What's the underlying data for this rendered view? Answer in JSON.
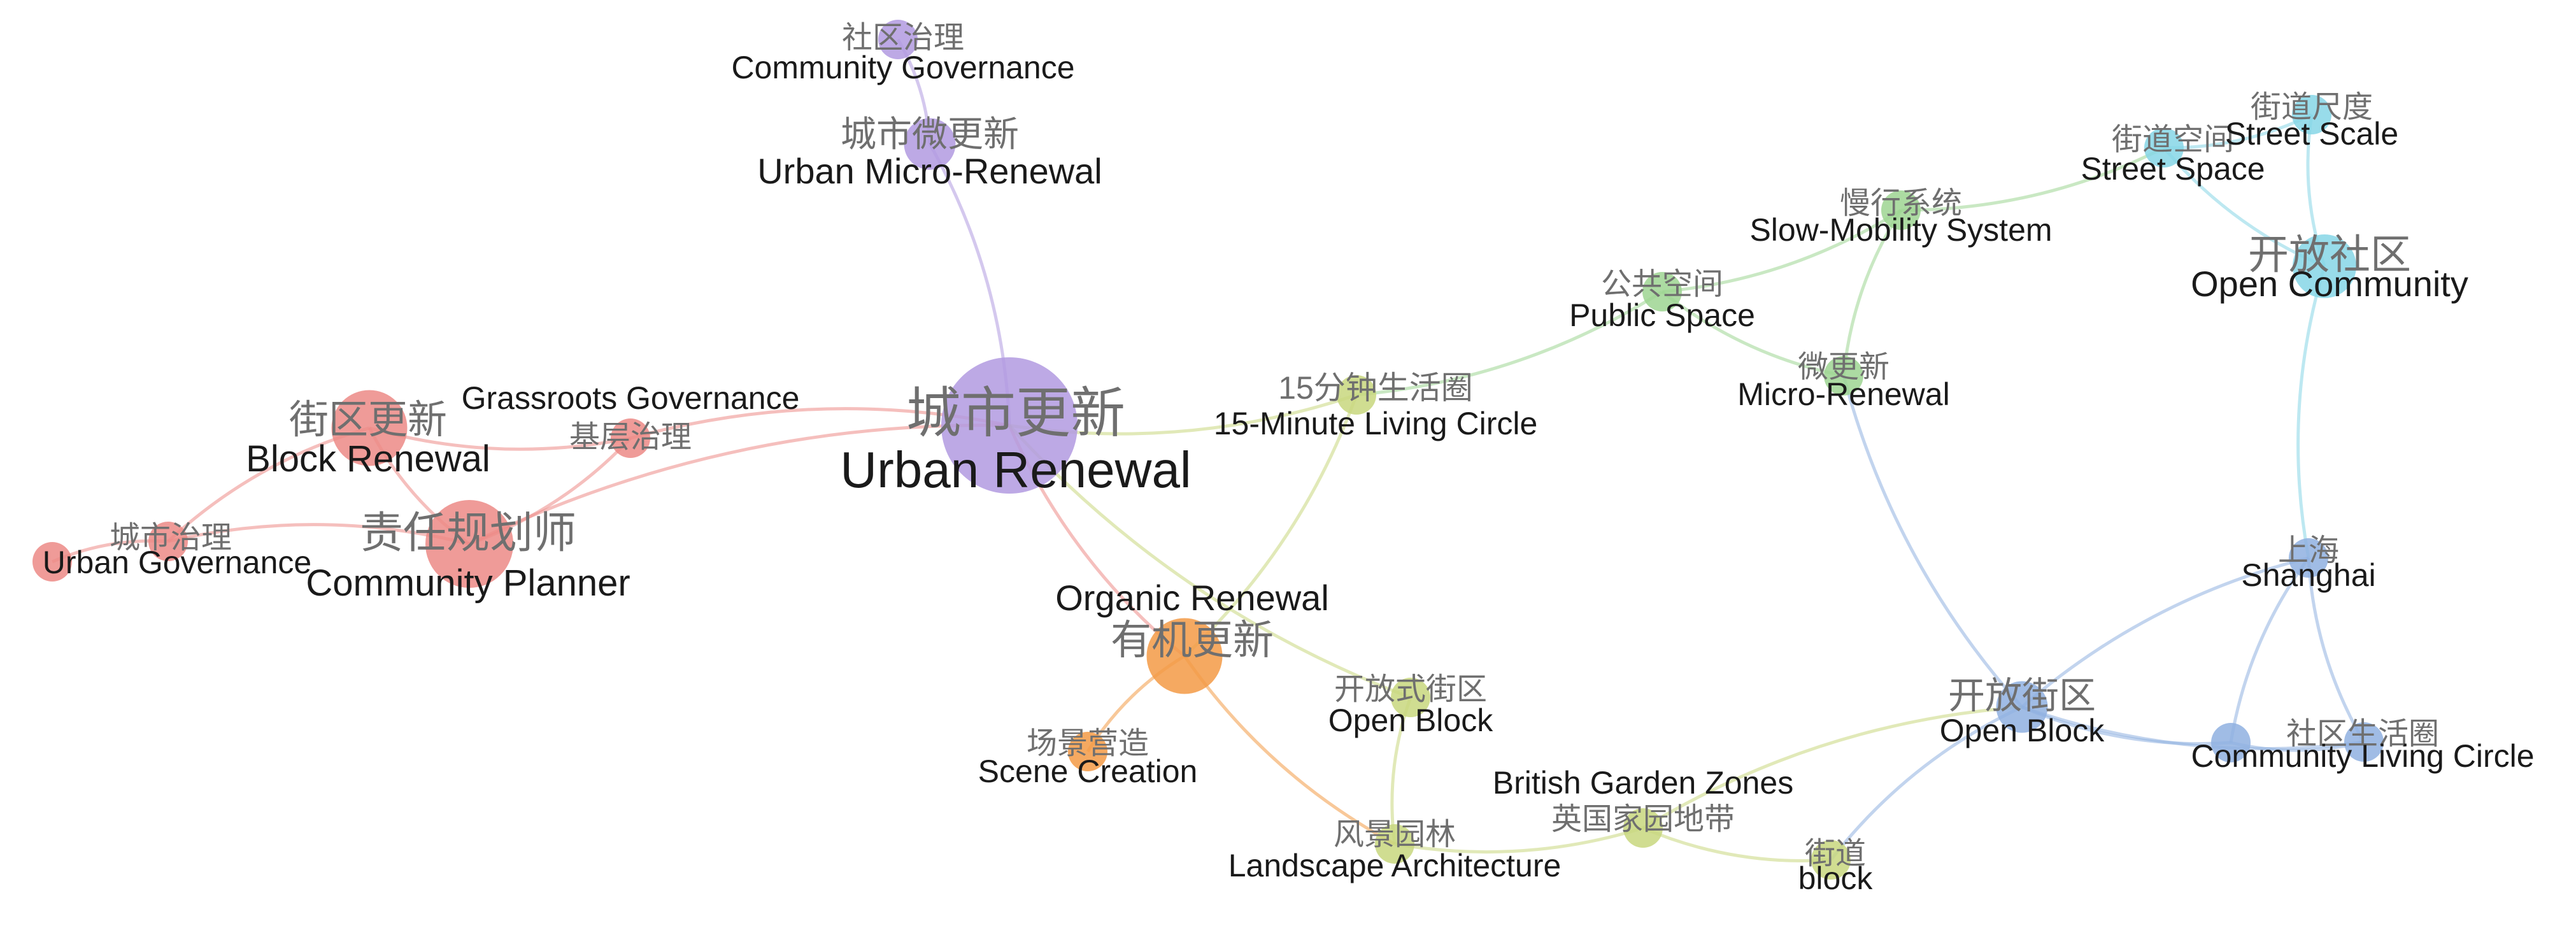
{
  "diagram": {
    "type": "keyword-co-occurrence-network",
    "colors": {
      "purple": "#b19ae0",
      "red": "#ec8a86",
      "orange": "#f39a45",
      "olive": "#c8d77e",
      "green": "#9dd592",
      "cyan": "#86d6e6",
      "blue": "#8fb0e0"
    },
    "nodes": [
      {
        "id": "urban-renewal",
        "cn": "城市更新",
        "en": "Urban Renewal",
        "group": "purple",
        "weight": 10
      },
      {
        "id": "urban-micro-renewal",
        "cn": "城市微更新",
        "en": "Urban Micro-Renewal",
        "group": "purple",
        "weight": 3
      },
      {
        "id": "community-governance",
        "cn": "社区治理",
        "en": "Community Governance",
        "group": "purple",
        "weight": 2
      },
      {
        "id": "block-renewal",
        "cn": "街区更新",
        "en": "Block Renewal",
        "group": "red",
        "weight": 5
      },
      {
        "id": "community-planner",
        "cn": "责任规划师",
        "en": "Community Planner",
        "group": "red",
        "weight": 6
      },
      {
        "id": "grassroots-governance",
        "cn": "基层治理",
        "en": "Grassroots Governance",
        "group": "red",
        "weight": 2
      },
      {
        "id": "urban-governance-cn",
        "cn": "城市治理",
        "en": "",
        "group": "red",
        "weight": 2
      },
      {
        "id": "urban-governance",
        "cn": "",
        "en": "Urban Governance",
        "group": "red",
        "weight": 2
      },
      {
        "id": "organic-renewal",
        "cn": "有机更新",
        "en": "Organic Renewal",
        "group": "orange",
        "weight": 5
      },
      {
        "id": "scene-creation",
        "cn": "场景营造",
        "en": "Scene Creation",
        "group": "orange",
        "weight": 2
      },
      {
        "id": "fifteen-minute",
        "cn": "15分钟生活圈",
        "en": "15-Minute Living Circle",
        "group": "olive",
        "weight": 2
      },
      {
        "id": "open-block-olive",
        "cn": "开放式街区",
        "en": "Open Block",
        "group": "olive",
        "weight": 2
      },
      {
        "id": "landscape",
        "cn": "风景园林",
        "en": "Landscape Architecture",
        "group": "olive",
        "weight": 2
      },
      {
        "id": "british-garden",
        "cn": "英国家园地带",
        "en": "British Garden Zones",
        "group": "olive",
        "weight": 2
      },
      {
        "id": "block",
        "cn": "街道",
        "en": "block",
        "group": "olive",
        "weight": 2
      },
      {
        "id": "public-space",
        "cn": "公共空间",
        "en": "Public Space",
        "group": "green",
        "weight": 2
      },
      {
        "id": "slow-mobility",
        "cn": "慢行系统",
        "en": "Slow-Mobility System",
        "group": "green",
        "weight": 2
      },
      {
        "id": "micro-renewal",
        "cn": "微更新",
        "en": "Micro-Renewal",
        "group": "green",
        "weight": 2
      },
      {
        "id": "street-space",
        "cn": "街道空间",
        "en": "Street Space",
        "group": "cyan",
        "weight": 2
      },
      {
        "id": "street-scale",
        "cn": "街道尺度",
        "en": "Street Scale",
        "group": "cyan",
        "weight": 2
      },
      {
        "id": "open-community",
        "cn": "开放社区",
        "en": "Open Community",
        "group": "cyan",
        "weight": 4
      },
      {
        "id": "shanghai",
        "cn": "上海",
        "en": "Shanghai",
        "group": "blue",
        "weight": 2
      },
      {
        "id": "open-block",
        "cn": "开放街区",
        "en": "Open Block",
        "group": "blue",
        "weight": 3
      },
      {
        "id": "community-living-circle",
        "cn": "社区生活圈",
        "en": "Community Living Circle",
        "group": "blue",
        "weight": 2
      },
      {
        "id": "blue-small",
        "cn": "",
        "en": "",
        "group": "blue",
        "weight": 2
      }
    ],
    "edges": [
      {
        "from": "urban-renewal",
        "to": "urban-micro-renewal",
        "group": "purple"
      },
      {
        "from": "urban-micro-renewal",
        "to": "community-governance",
        "group": "purple"
      },
      {
        "from": "urban-renewal",
        "to": "grassroots-governance",
        "group": "red"
      },
      {
        "from": "urban-renewal",
        "to": "community-planner",
        "group": "red"
      },
      {
        "from": "urban-renewal",
        "to": "organic-renewal",
        "group": "red"
      },
      {
        "from": "urban-renewal",
        "to": "fifteen-minute",
        "group": "olive"
      },
      {
        "from": "urban-renewal",
        "to": "open-block-olive",
        "group": "olive"
      },
      {
        "from": "block-renewal",
        "to": "community-planner",
        "group": "red"
      },
      {
        "from": "block-renewal",
        "to": "grassroots-governance",
        "group": "red"
      },
      {
        "from": "block-renewal",
        "to": "urban-governance-cn",
        "group": "red"
      },
      {
        "from": "community-planner",
        "to": "grassroots-governance",
        "group": "red"
      },
      {
        "from": "community-planner",
        "to": "urban-governance-cn",
        "group": "red"
      },
      {
        "from": "urban-governance-cn",
        "to": "urban-governance",
        "group": "red"
      },
      {
        "from": "organic-renewal",
        "to": "scene-creation",
        "group": "orange"
      },
      {
        "from": "organic-renewal",
        "to": "landscape",
        "group": "orange"
      },
      {
        "from": "organic-renewal",
        "to": "fifteen-minute",
        "group": "olive"
      },
      {
        "from": "fifteen-minute",
        "to": "public-space",
        "group": "green"
      },
      {
        "from": "public-space",
        "to": "slow-mobility",
        "group": "green"
      },
      {
        "from": "public-space",
        "to": "micro-renewal",
        "group": "green"
      },
      {
        "from": "slow-mobility",
        "to": "micro-renewal",
        "group": "green"
      },
      {
        "from": "slow-mobility",
        "to": "street-space",
        "group": "green"
      },
      {
        "from": "micro-renewal",
        "to": "open-block",
        "group": "blue"
      },
      {
        "from": "street-space",
        "to": "street-scale",
        "group": "cyan"
      },
      {
        "from": "street-space",
        "to": "open-community",
        "group": "cyan"
      },
      {
        "from": "street-scale",
        "to": "open-community",
        "group": "cyan"
      },
      {
        "from": "open-community",
        "to": "shanghai",
        "group": "cyan"
      },
      {
        "from": "shanghai",
        "to": "open-block",
        "group": "blue"
      },
      {
        "from": "shanghai",
        "to": "community-living-circle",
        "group": "blue"
      },
      {
        "from": "shanghai",
        "to": "blue-small",
        "group": "blue"
      },
      {
        "from": "open-block",
        "to": "community-living-circle",
        "group": "blue"
      },
      {
        "from": "open-block",
        "to": "blue-small",
        "group": "blue"
      },
      {
        "from": "blue-small",
        "to": "community-living-circle",
        "group": "blue"
      },
      {
        "from": "open-block",
        "to": "block",
        "group": "blue"
      },
      {
        "from": "open-block",
        "to": "british-garden",
        "group": "olive"
      },
      {
        "from": "open-block-olive",
        "to": "landscape",
        "group": "olive"
      },
      {
        "from": "landscape",
        "to": "british-garden",
        "group": "olive"
      },
      {
        "from": "british-garden",
        "to": "block",
        "group": "olive"
      }
    ]
  }
}
